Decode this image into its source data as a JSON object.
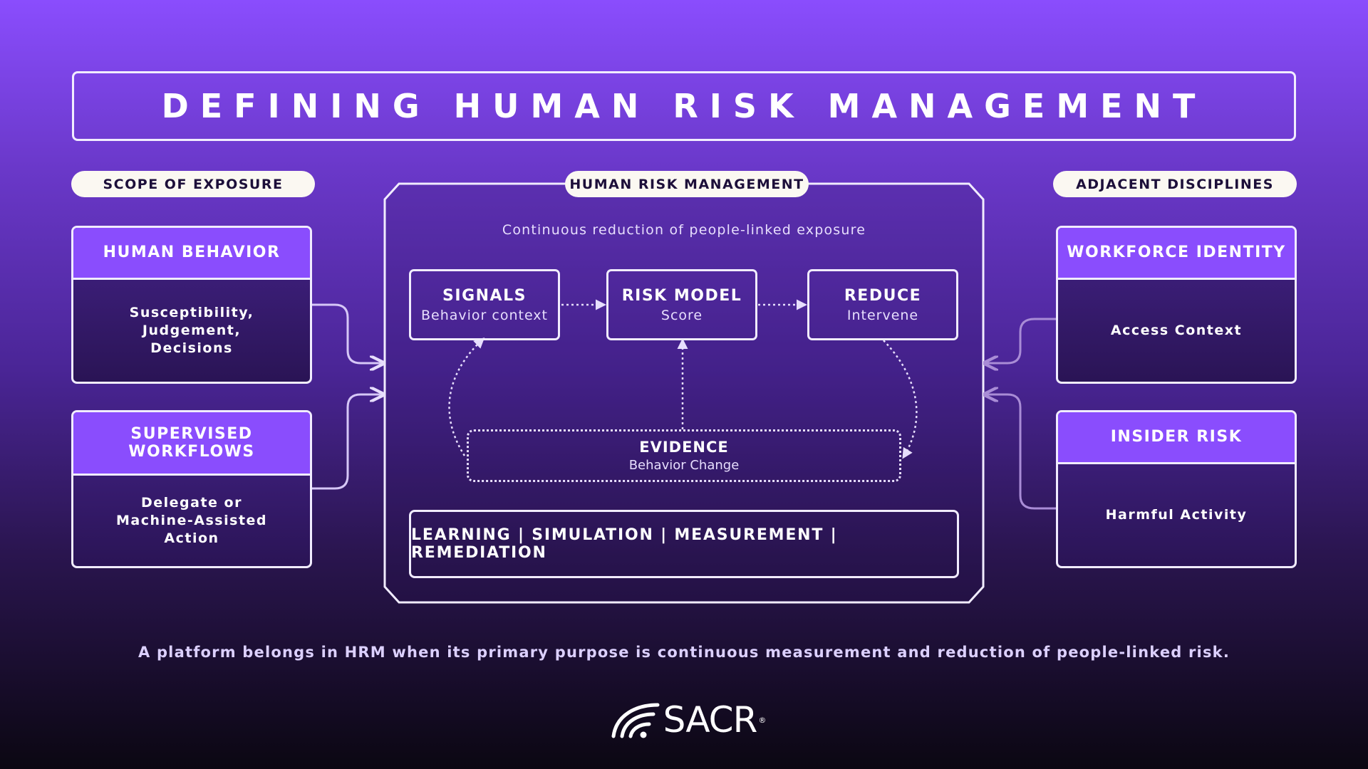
{
  "title": "DEFINING HUMAN RISK MANAGEMENT",
  "left": {
    "header": "SCOPE OF EXPOSURE",
    "cards": [
      {
        "title": "HUMAN BEHAVIOR",
        "body": "Susceptibility,\nJudgement,\nDecisions"
      },
      {
        "title": "SUPERVISED\nWORKFLOWS",
        "body": "Delegate or\nMachine-Assisted\nAction"
      }
    ]
  },
  "center": {
    "header": "HUMAN RISK MANAGEMENT",
    "subtitle": "Continuous reduction of people-linked exposure",
    "steps": [
      {
        "title": "SIGNALS",
        "sub": "Behavior context"
      },
      {
        "title": "RISK MODEL",
        "sub": "Score"
      },
      {
        "title": "REDUCE",
        "sub": "Intervene"
      }
    ],
    "evidence": {
      "title": "EVIDENCE",
      "sub": "Behavior Change"
    },
    "capabilities": "LEARNING | SIMULATION | MEASUREMENT | REMEDIATION"
  },
  "right": {
    "header": "ADJACENT DISCIPLINES",
    "cards": [
      {
        "title": "WORKFORCE IDENTITY",
        "body": "Access Context"
      },
      {
        "title": "INSIDER RISK",
        "body": "Harmful Activity"
      }
    ]
  },
  "footer": "A platform belongs in HRM when its primary purpose is continuous measurement and reduction of people-linked risk.",
  "logo": {
    "text": "SACR",
    "mark": "®",
    "icon": "wifi-signal-icon"
  },
  "colors": {
    "accent": "#8a4dfd",
    "border": "#f1ecff",
    "pill_bg": "#fbf8f2",
    "pill_text": "#1d0f3a"
  }
}
